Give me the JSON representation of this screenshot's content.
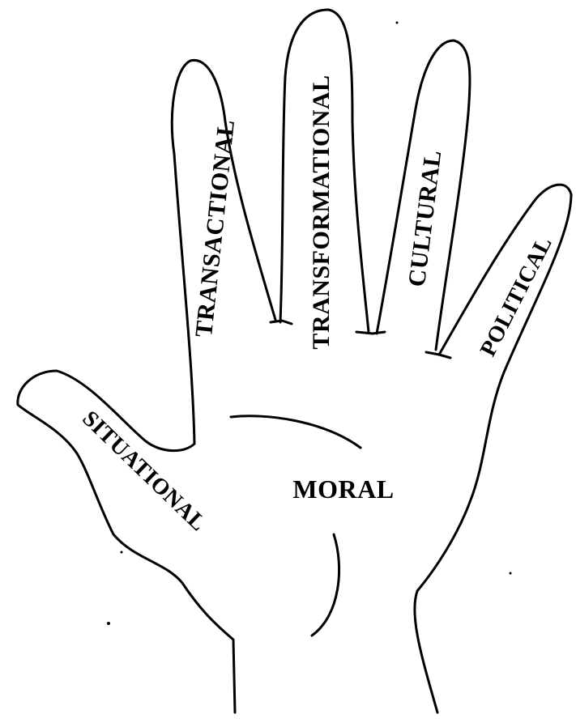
{
  "diagram": {
    "labels": {
      "thumb": "SITUATIONAL",
      "index_finger": "TRANSACTIONAL",
      "middle_finger": "TRANSFORMATIONAL",
      "ring_finger": "CULTURAL",
      "little_finger": "POLITICAL",
      "palm": "MORAL"
    },
    "colors": {
      "ink": "#000000",
      "paper": "#ffffff"
    }
  }
}
